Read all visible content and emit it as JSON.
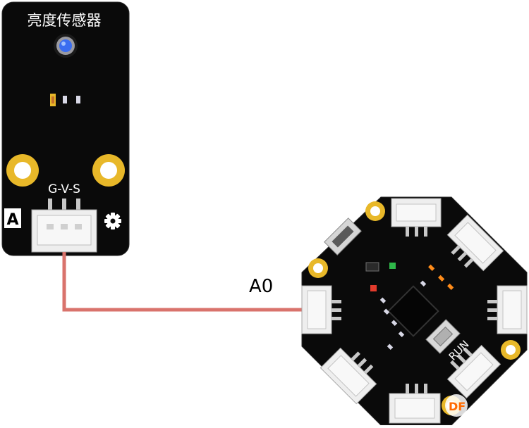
{
  "sensor_module": {
    "title": "亮度传感器",
    "pin_label": "G-V-S",
    "type_badge": "A",
    "settings_icon": "gear-icon"
  },
  "wire": {
    "label": "A0",
    "color": "#d9736c"
  },
  "controller_board": {
    "button_label": "RUN",
    "led_colors": [
      "#2fb84a",
      "#e23b2c",
      "#ff8c1a"
    ]
  },
  "watermark": {
    "text": "DF"
  },
  "colors": {
    "pcb": "#0a0a0a",
    "pad_gold": "#e8b829",
    "connector": "#eeeeee",
    "sensor_led": "#3a6df0"
  }
}
